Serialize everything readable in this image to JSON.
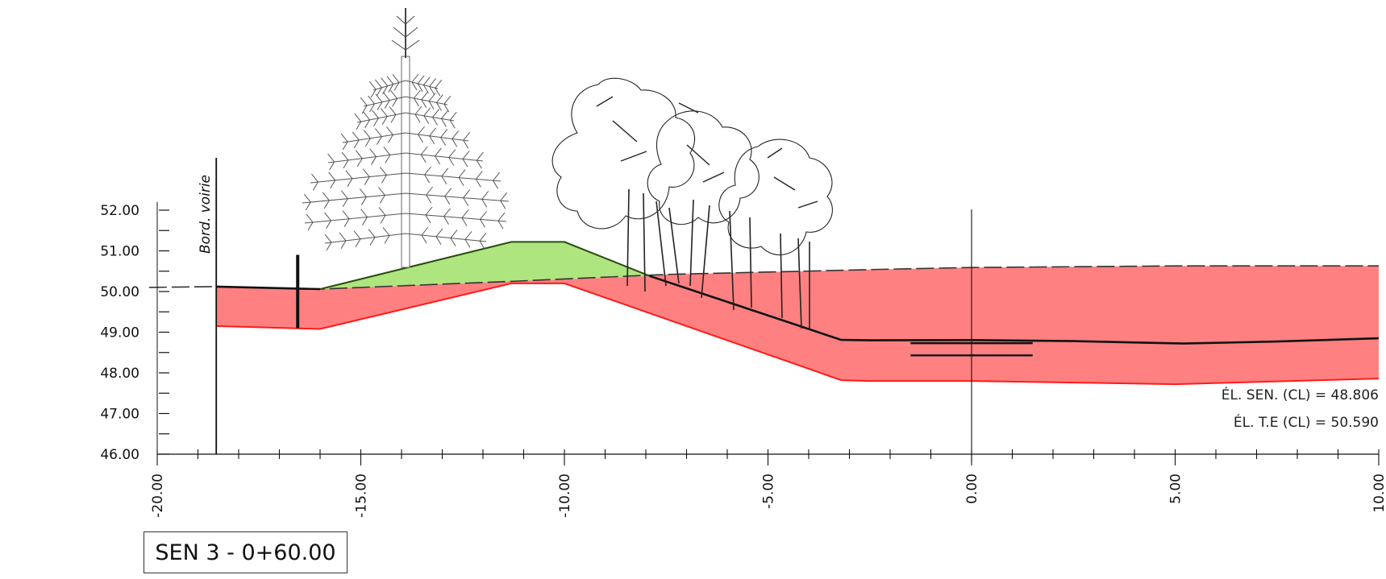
{
  "section_title": "SEN 3 - 0+60.00",
  "annotations": {
    "road_edge": "Bord. voirie",
    "el_sen": "ÉL. SEN. (CL) = 48.806",
    "el_te": "ÉL. T.E (CL) = 50.590"
  },
  "colors": {
    "cut": "#ff8080",
    "cut_line": "#ff1a1a",
    "berm": "#aee57f",
    "trail": "#111111",
    "terrain": "#333333"
  },
  "chart_data": {
    "type": "cross-section",
    "xlim": [
      -20,
      10
    ],
    "ylim": [
      46,
      52.5
    ],
    "x_ticks": [
      "-20.00",
      "-15.00",
      "-10.00",
      "-5.00",
      "0.00",
      "5.00",
      "10.00"
    ],
    "x_tick_values": [
      -20,
      -15,
      -10,
      -5,
      0,
      5,
      10
    ],
    "y_ticks": [
      "52.00",
      "51.00",
      "50.00",
      "49.00",
      "48.00",
      "47.00",
      "46.00"
    ],
    "y_tick_values": [
      52,
      51,
      50,
      49,
      48,
      47,
      46
    ],
    "road_edge_x": -18.55,
    "post_x": -16.55,
    "centerline_x": 0,
    "existing_terrain": [
      [
        -18.55,
        50.12
      ],
      [
        -16.0,
        50.06
      ],
      [
        -11.3,
        50.25
      ],
      [
        -7.5,
        50.42
      ],
      [
        -2.0,
        50.55
      ],
      [
        0,
        50.59
      ],
      [
        5.0,
        50.63
      ],
      [
        10.0,
        50.63
      ]
    ],
    "trail_profile": [
      [
        -18.55,
        50.12
      ],
      [
        -16.0,
        50.06
      ],
      [
        -7.9,
        50.38
      ],
      [
        -3.2,
        48.81
      ],
      [
        -2.5,
        48.8
      ],
      [
        0,
        48.806
      ],
      [
        2.5,
        48.78
      ],
      [
        5.2,
        48.72
      ],
      [
        7.5,
        48.77
      ],
      [
        10.0,
        48.85
      ]
    ],
    "berm": [
      [
        -16.0,
        50.06
      ],
      [
        -11.3,
        51.22
      ],
      [
        -10.0,
        51.22
      ],
      [
        -7.9,
        50.38
      ]
    ],
    "cut_bottom": [
      [
        -18.55,
        49.15
      ],
      [
        -16.0,
        49.08
      ],
      [
        -11.3,
        50.2
      ],
      [
        -10.0,
        50.2
      ],
      [
        -3.2,
        47.82
      ],
      [
        -2.5,
        47.8
      ],
      [
        0,
        47.8
      ],
      [
        5.0,
        47.72
      ],
      [
        10.0,
        47.86
      ]
    ],
    "el_sen": 48.806,
    "el_te": 50.59
  }
}
